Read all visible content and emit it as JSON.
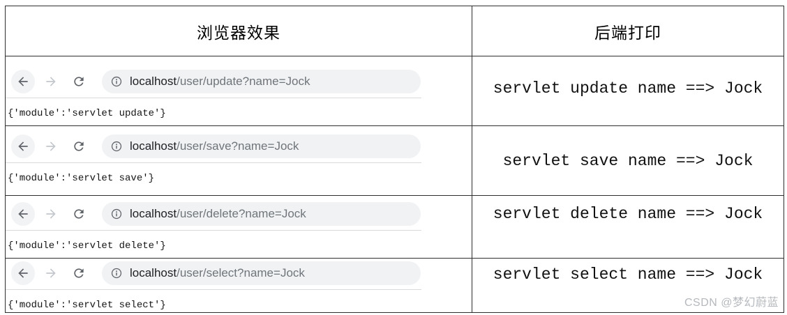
{
  "header": {
    "browser_col": "浏览器效果",
    "backend_col": "后端打印"
  },
  "rows": [
    {
      "url_host": "localhost",
      "url_path": "/user/update?name=Jock",
      "response": "{'module':'servlet update'}",
      "console": "servlet update name ==> Jock"
    },
    {
      "url_host": "localhost",
      "url_path": "/user/save?name=Jock",
      "response": "{'module':'servlet save'}",
      "console": "servlet save name ==> Jock"
    },
    {
      "url_host": "localhost",
      "url_path": "/user/delete?name=Jock",
      "response": "{'module':'servlet delete'}",
      "console": "servlet delete name ==> Jock"
    },
    {
      "url_host": "localhost",
      "url_path": "/user/select?name=Jock",
      "response": "{'module':'servlet select'}",
      "console": "servlet select name ==> Jock"
    }
  ],
  "watermark": "CSDN @梦幻蔚蓝",
  "icons": {
    "back": "back-arrow-icon",
    "forward": "forward-arrow-icon",
    "reload": "reload-icon",
    "info": "page-info-icon"
  },
  "colors": {
    "omnibox_bg": "#f0f2f4",
    "icon_gray": "#5f6368",
    "icon_disabled": "#c3c7cb",
    "url_host": "#202124",
    "url_path": "#70757a",
    "table_border": "#2e2e2e",
    "toolbar_divider": "#d8dadc",
    "watermark_gray": "#b5b9bd"
  }
}
